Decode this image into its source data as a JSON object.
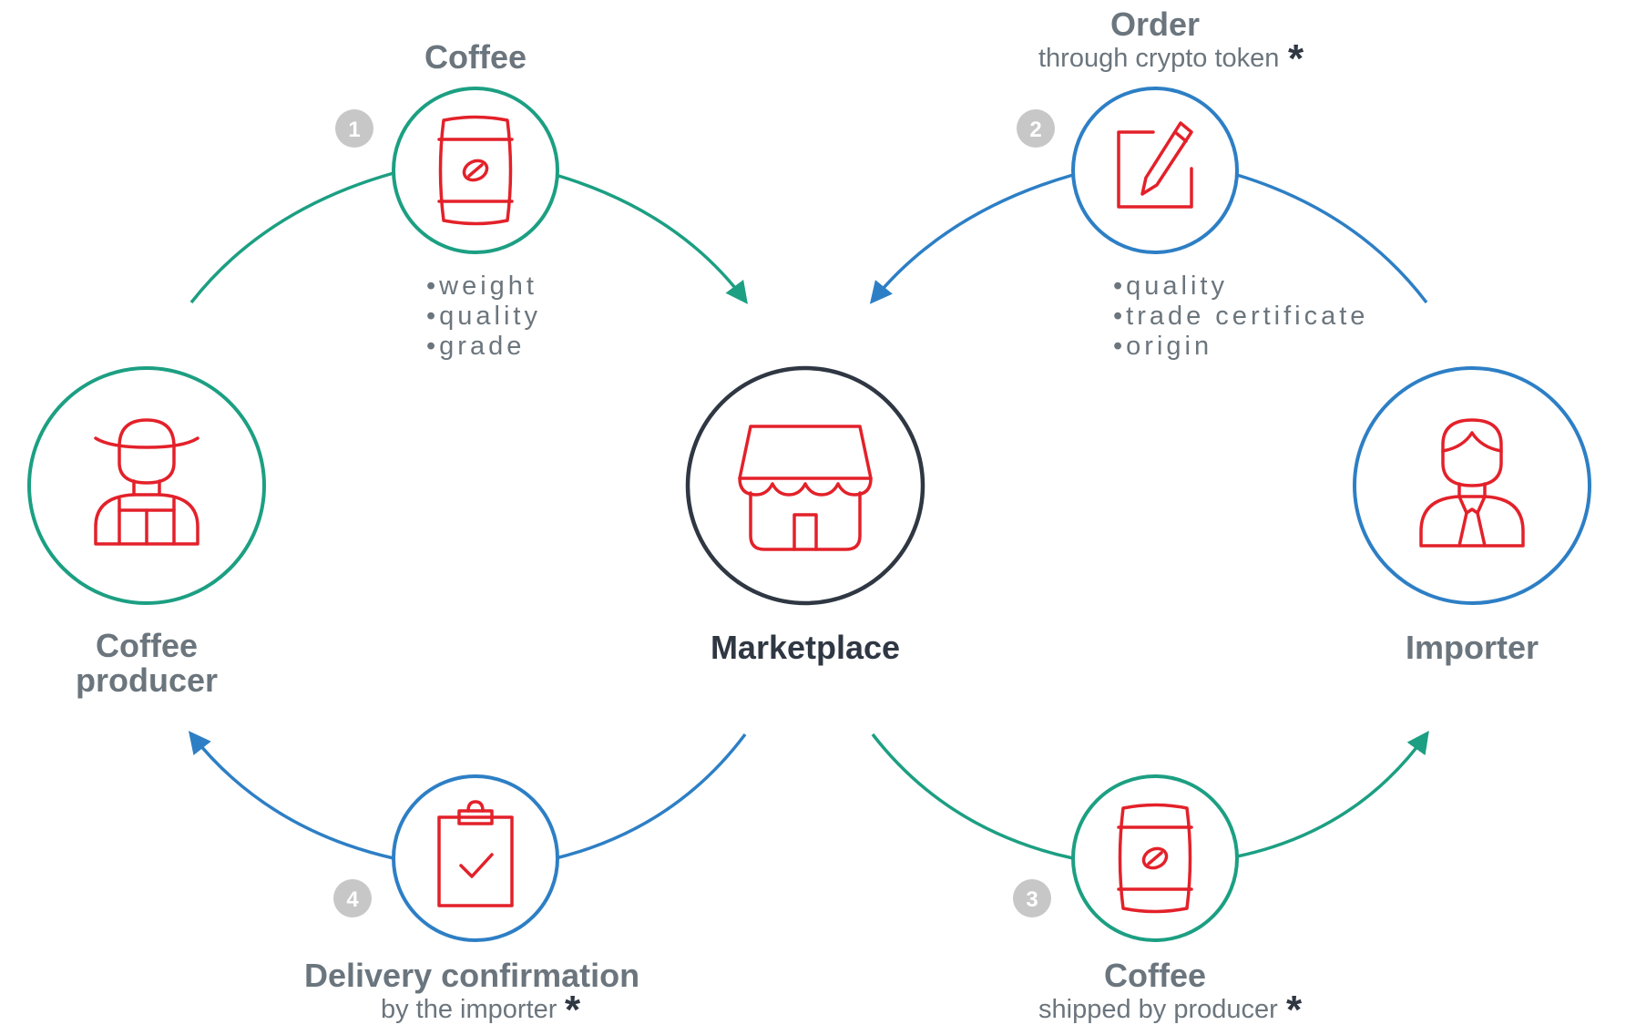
{
  "colors": {
    "green": "#1c9f82",
    "blue": "#2d7fc5",
    "icon_red": "#e3212a",
    "dark": "#2f3743",
    "gray_text": "#6b757d",
    "step_badge": "#c7c7c7"
  },
  "steps": [
    {
      "number": "1",
      "title": "Coffee",
      "icon": "coffee-bag-icon",
      "bullets": [
        "•weight",
        "•quality",
        "•grade"
      ]
    },
    {
      "number": "2",
      "title": "Order",
      "subtitle": "through crypto token",
      "icon": "edit-document-icon",
      "bullets": [
        "•quality",
        "•trade certificate",
        "•origin"
      ]
    },
    {
      "number": "3",
      "title": "Coffee",
      "subtitle": "shipped by producer",
      "icon": "coffee-bag-icon"
    },
    {
      "number": "4",
      "title": "Delivery confirmation",
      "subtitle": "by the importer",
      "icon": "clipboard-check-icon"
    }
  ],
  "actors": {
    "producer": {
      "line1": "Coffee",
      "line2": "producer",
      "icon": "farmer-icon"
    },
    "marketplace": {
      "label": "Marketplace",
      "icon": "storefront-icon"
    },
    "importer": {
      "label": "Importer",
      "icon": "businessman-icon"
    }
  },
  "asterisk": "*"
}
